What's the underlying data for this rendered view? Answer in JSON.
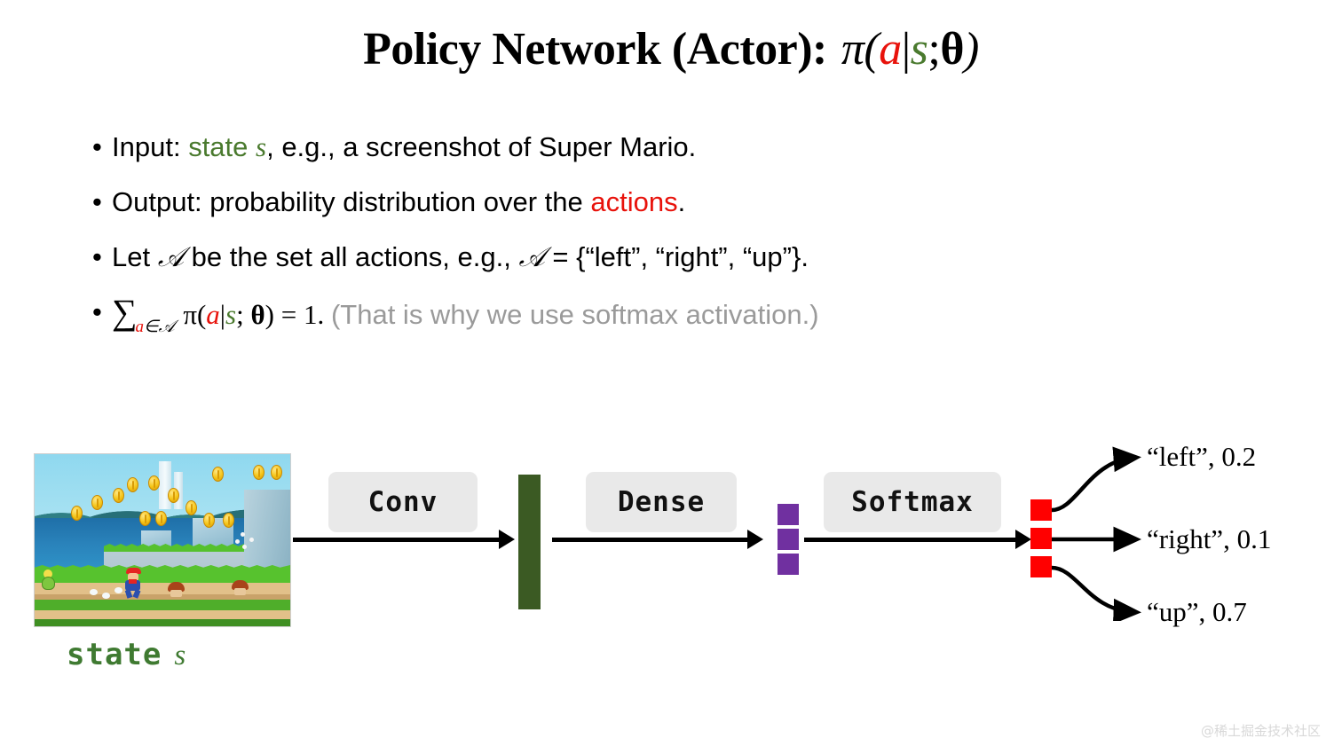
{
  "title": {
    "main": "Policy Network (Actor):",
    "formula_pi": "π(",
    "formula_a": "a",
    "formula_bar": "|",
    "formula_s": "s",
    "formula_semi": ";",
    "formula_theta": "θ",
    "formula_close": ")"
  },
  "bullets": [
    {
      "marker": "•",
      "parts": [
        {
          "text": "Input: ",
          "style": "plain"
        },
        {
          "text": "state ",
          "style": "green"
        },
        {
          "text": "s",
          "style": "green-italic"
        },
        {
          "text": ", e.g., a screenshot of Super Mario.",
          "style": "plain"
        }
      ]
    },
    {
      "marker": "•",
      "parts": [
        {
          "text": "Output: probability distribution over the ",
          "style": "plain"
        },
        {
          "text": "actions",
          "style": "red"
        },
        {
          "text": ".",
          "style": "plain"
        }
      ]
    },
    {
      "marker": "•",
      "parts": [
        {
          "text": "Let ",
          "style": "plain"
        },
        {
          "text": "𝒜",
          "style": "cal"
        },
        {
          "text": " be the set all actions, e.g., ",
          "style": "plain"
        },
        {
          "text": "𝒜",
          "style": "cal"
        },
        {
          "text": " = {“left”, “right”, “up”}.",
          "style": "plain"
        }
      ]
    },
    {
      "marker": "•",
      "parts": [
        {
          "text": "∑",
          "style": "sigma"
        },
        {
          "text": "a",
          "style": "sub-red"
        },
        {
          "text": "∈",
          "style": "sub"
        },
        {
          "text": "𝒜",
          "style": "sub-cal"
        },
        {
          "text": " π(",
          "style": "mathserif"
        },
        {
          "text": "a",
          "style": "red-italic"
        },
        {
          "text": "|",
          "style": "mathserif"
        },
        {
          "text": "s",
          "style": "green-italic"
        },
        {
          "text": "; ",
          "style": "mathserif"
        },
        {
          "text": "θ",
          "style": "bold-serif"
        },
        {
          "text": ") = 1. ",
          "style": "mathserif"
        },
        {
          "text": "(That is why we use softmax activation.)",
          "style": "grey"
        }
      ]
    }
  ],
  "diagram": {
    "state_label": "state",
    "state_var": "s",
    "blocks": [
      {
        "id": "conv",
        "label": "Conv"
      },
      {
        "id": "dense",
        "label": "Dense"
      },
      {
        "id": "softmax",
        "label": "Softmax"
      }
    ],
    "outputs": [
      {
        "action": "“left”, 0.2",
        "name": "left",
        "prob": 0.2
      },
      {
        "action": "“right”, 0.1",
        "name": "right",
        "prob": 0.1
      },
      {
        "action": "“up”, 0.7",
        "name": "up",
        "prob": 0.7
      }
    ],
    "colors": {
      "feature_bar": "#3B5A23",
      "hidden_units": "#7030A0",
      "output_units": "#FF0000",
      "box_bg": "#E9E9E9",
      "state_green": "#3F7A31",
      "action_red": "#E8120B"
    }
  },
  "watermark": "@稀土掘金技术社区"
}
